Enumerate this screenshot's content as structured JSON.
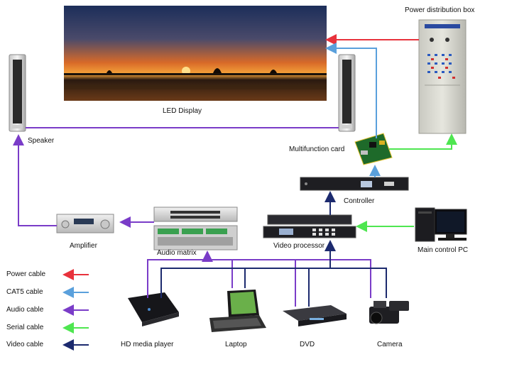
{
  "labels": {
    "power_box": "Power distribution box",
    "led_display": "LED Display",
    "speaker": "Speaker",
    "multifunction_card": "Multifunction card",
    "controller": "Controller",
    "amplifier": "Amplifier",
    "audio_matrix": "Audio  matrix",
    "video_processor": "Video processor",
    "main_pc": "Main control PC",
    "hd_player": "HD media player",
    "laptop": "Laptop",
    "dvd": "DVD",
    "camera": "Camera"
  },
  "legend": [
    {
      "label": "Power cable",
      "color": "#e8323c"
    },
    {
      "label": "CAT5 cable",
      "color": "#5aa0dc"
    },
    {
      "label": "Audio cable",
      "color": "#6a3cc8"
    },
    {
      "label": "Serial cable",
      "color": "#4ee650"
    },
    {
      "label": "Video cable",
      "color": "#1c2a6e"
    }
  ],
  "colors": {
    "power": "#e8323c",
    "cat5": "#5aa0dc",
    "audio": "#7a3cc8",
    "serial": "#4ee650",
    "video": "#1c2a6e"
  }
}
